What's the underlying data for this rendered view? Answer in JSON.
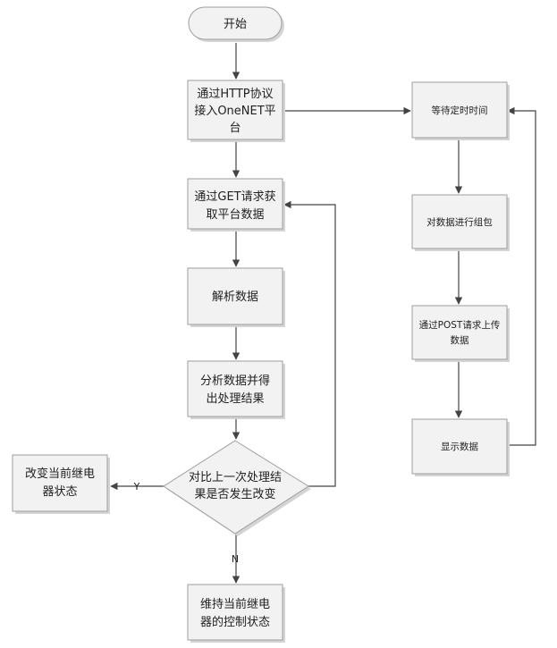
{
  "nodes": {
    "start": {
      "lines": [
        "开始"
      ]
    },
    "connect": {
      "lines": [
        "通过HTTP协议",
        "接入OneNET平",
        "台"
      ]
    },
    "get": {
      "lines": [
        "通过GET请求获",
        "取平台数据"
      ]
    },
    "parse": {
      "lines": [
        "解析数据"
      ]
    },
    "analyze": {
      "lines": [
        "分析数据并得",
        "出处理结果"
      ]
    },
    "compare": {
      "lines": [
        "对比上一次处理结",
        "果是否发生改变"
      ]
    },
    "change": {
      "lines": [
        "改变当前继电",
        "器状态"
      ]
    },
    "keep": {
      "lines": [
        "维持当前继电",
        "器的控制状态"
      ]
    },
    "wait": {
      "lines": [
        "等待定时时间"
      ]
    },
    "pack": {
      "lines": [
        "对数据进行组包"
      ]
    },
    "post": {
      "lines": [
        "通过POST请求上传",
        "数据"
      ]
    },
    "display": {
      "lines": [
        "显示数据"
      ]
    }
  },
  "edge_labels": {
    "yes": "Y",
    "no": "N"
  },
  "colors": {
    "node_fill": "#f2f2f2",
    "node_stroke": "#9e9e9e",
    "edge": "#444444",
    "text": "#222222"
  }
}
